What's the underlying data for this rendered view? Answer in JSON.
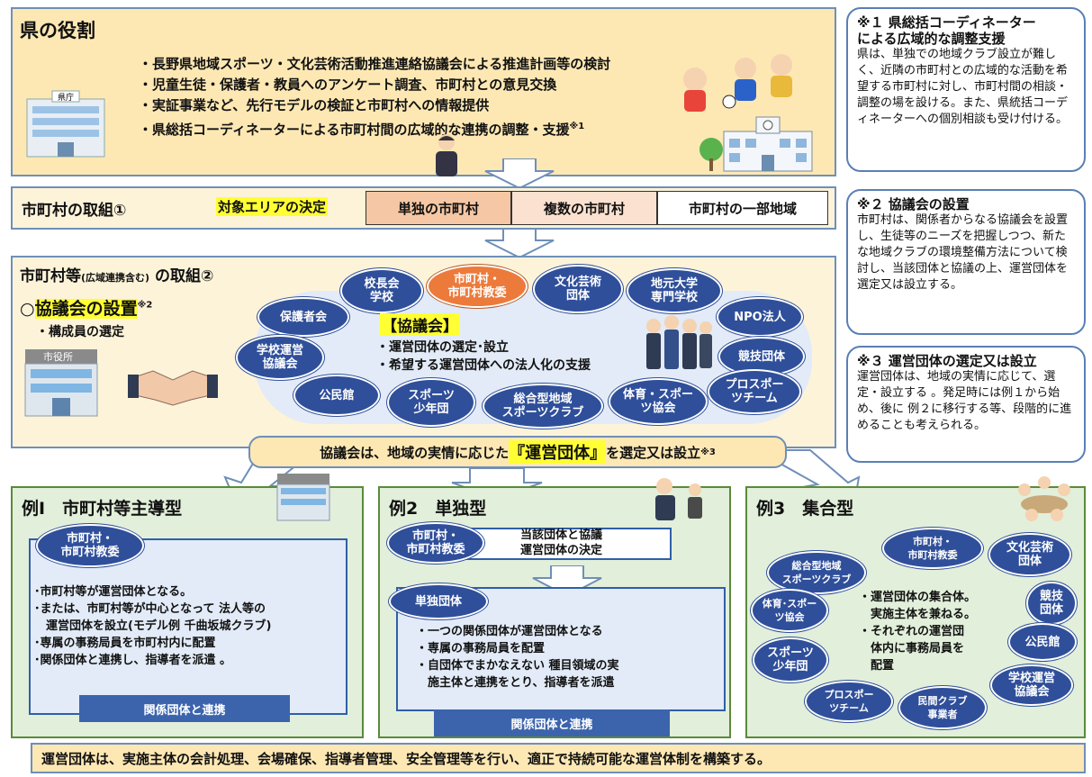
{
  "prefecture": {
    "title": "県の役割",
    "lines": [
      "・長野県地域スポーツ・文化芸術活動推進連絡協議会による推進計画等の検討",
      "・児童生徒・保護者・教員へのアンケート調査、市町村との意見交換",
      "・実証事業など、先行モデルの検証と市町村への情報提供",
      "・県総括コーディネーターによる市町村間の広域的な連携の調整・支援"
    ],
    "note_mark": "※1",
    "building_sign": "県庁"
  },
  "notes": [
    {
      "title": "※１ 県総括コーディネーター　　　による広域的な調整支援",
      "body": "県は、単独での地域クラブ設立が難しく、近隣の市町村との広域的な活動を希望する市町村に対し、市町村間の相談・調整の場を設ける。また、県統括コーディネーターへの個別相談も受け付ける。"
    },
    {
      "title": "※２ 協議会の設置",
      "body": "市町村は、関係者からなる協議会を設置し、生徒等のニーズを把握しつつ、新たな地域クラブの環境整備方法について検討し、当該団体と協議の上、運営団体を選定又は設立する。"
    },
    {
      "title": "※３ 運営団体の選定又は設立",
      "body": "運営団体は、地域の実情に応じて、選定・設立する 。発足時には例１から始め、後に 例２に移行する等、段階的に進めることも考えられる。"
    }
  ],
  "section1": {
    "title": "市町村の取組①",
    "area_label": "対象エリアの決定",
    "options": [
      "単独の市町村",
      "複数の市町村",
      "市町村の一部地域"
    ]
  },
  "section2": {
    "title_main": "市町村等",
    "title_small": "(広域連携含む)",
    "title_tail": " の取組②",
    "setup_prefix": "○",
    "setup_label": "協議会の設置",
    "setup_mark": "※2",
    "member_select": "・構成員の選定",
    "city_hall_sign": "市役所",
    "council_title": "【協議会】",
    "council_lines": [
      "・運営団体の選定･設立",
      "・希望する運営団体への法人化の支援"
    ],
    "members": [
      "校長会\n学校",
      "市町村・\n市町村教委",
      "文化芸術\n団体",
      "地元大学\n専門学校",
      "保護者会",
      "NPO法人",
      "学校運営\n協議会",
      "競技団体",
      "公民館",
      "スポーツ\n少年団",
      "総合型地域\nスポーツクラブ",
      "体育・スポー\nツ協会",
      "プロスポー\nツチーム"
    ]
  },
  "banner": {
    "prefix": "協議会は、地域の実情に応じた",
    "highlight": "『運営団体』",
    "suffix": "を選定又は設立",
    "mark": "※3"
  },
  "examples": [
    {
      "title": "例Ⅰ　市町村等主導型",
      "lead": "市町村・\n市町村教委",
      "lines": [
        "･市町村等が運営団体となる。",
        "･または、市町村等が中心となって 法人等の",
        "　運営団体を設立(モデル例 千曲坂城クラブ)",
        "･専属の事務局員を市町村内に配置",
        "･関係団体と連携し、指導者を派遣 。"
      ],
      "footer": "関係団体と連携"
    },
    {
      "title": "例2　単独型",
      "lead": "市町村・\n市町村教委",
      "lead_note": "当該団体と協議\n運営団体の決定",
      "sub": "単独団体",
      "lines": [
        "・一つの関係団体が運営団体となる",
        "・専属の事務局員を配置",
        "・自団体でまかなえない 種目領域の実",
        "　施主体と連携をとり、指導者を派遣"
      ],
      "footer": "関係団体と連携"
    },
    {
      "title": "例3　集合型",
      "members": [
        "市町村・\n市町村教委",
        "文化芸術\n団体",
        "総合型地域\nスポーツクラブ",
        "体育･スポー\nツ協会",
        "競技\n団体",
        "公民館",
        "スポーツ\n少年団",
        "学校運営\n協議会",
        "プロスポー\nツチーム",
        "民間クラブ\n事業者"
      ],
      "lines": [
        "・運営団体の集合体。",
        "　実施主体を兼ねる。",
        "・それぞれの運営団",
        "　体内に事務局員を",
        "　配置"
      ]
    }
  ],
  "bottom": "運営団体は、実施主体の会計処理、会場確保、指導者管理、安全管理等を行い、適正で持続可能な運営体制を構築する。",
  "colors": {
    "accent_blue": "#2f4f9a",
    "orange": "#ec7a3b",
    "highlight": "#ffff33",
    "cream": "#fde8b4"
  }
}
